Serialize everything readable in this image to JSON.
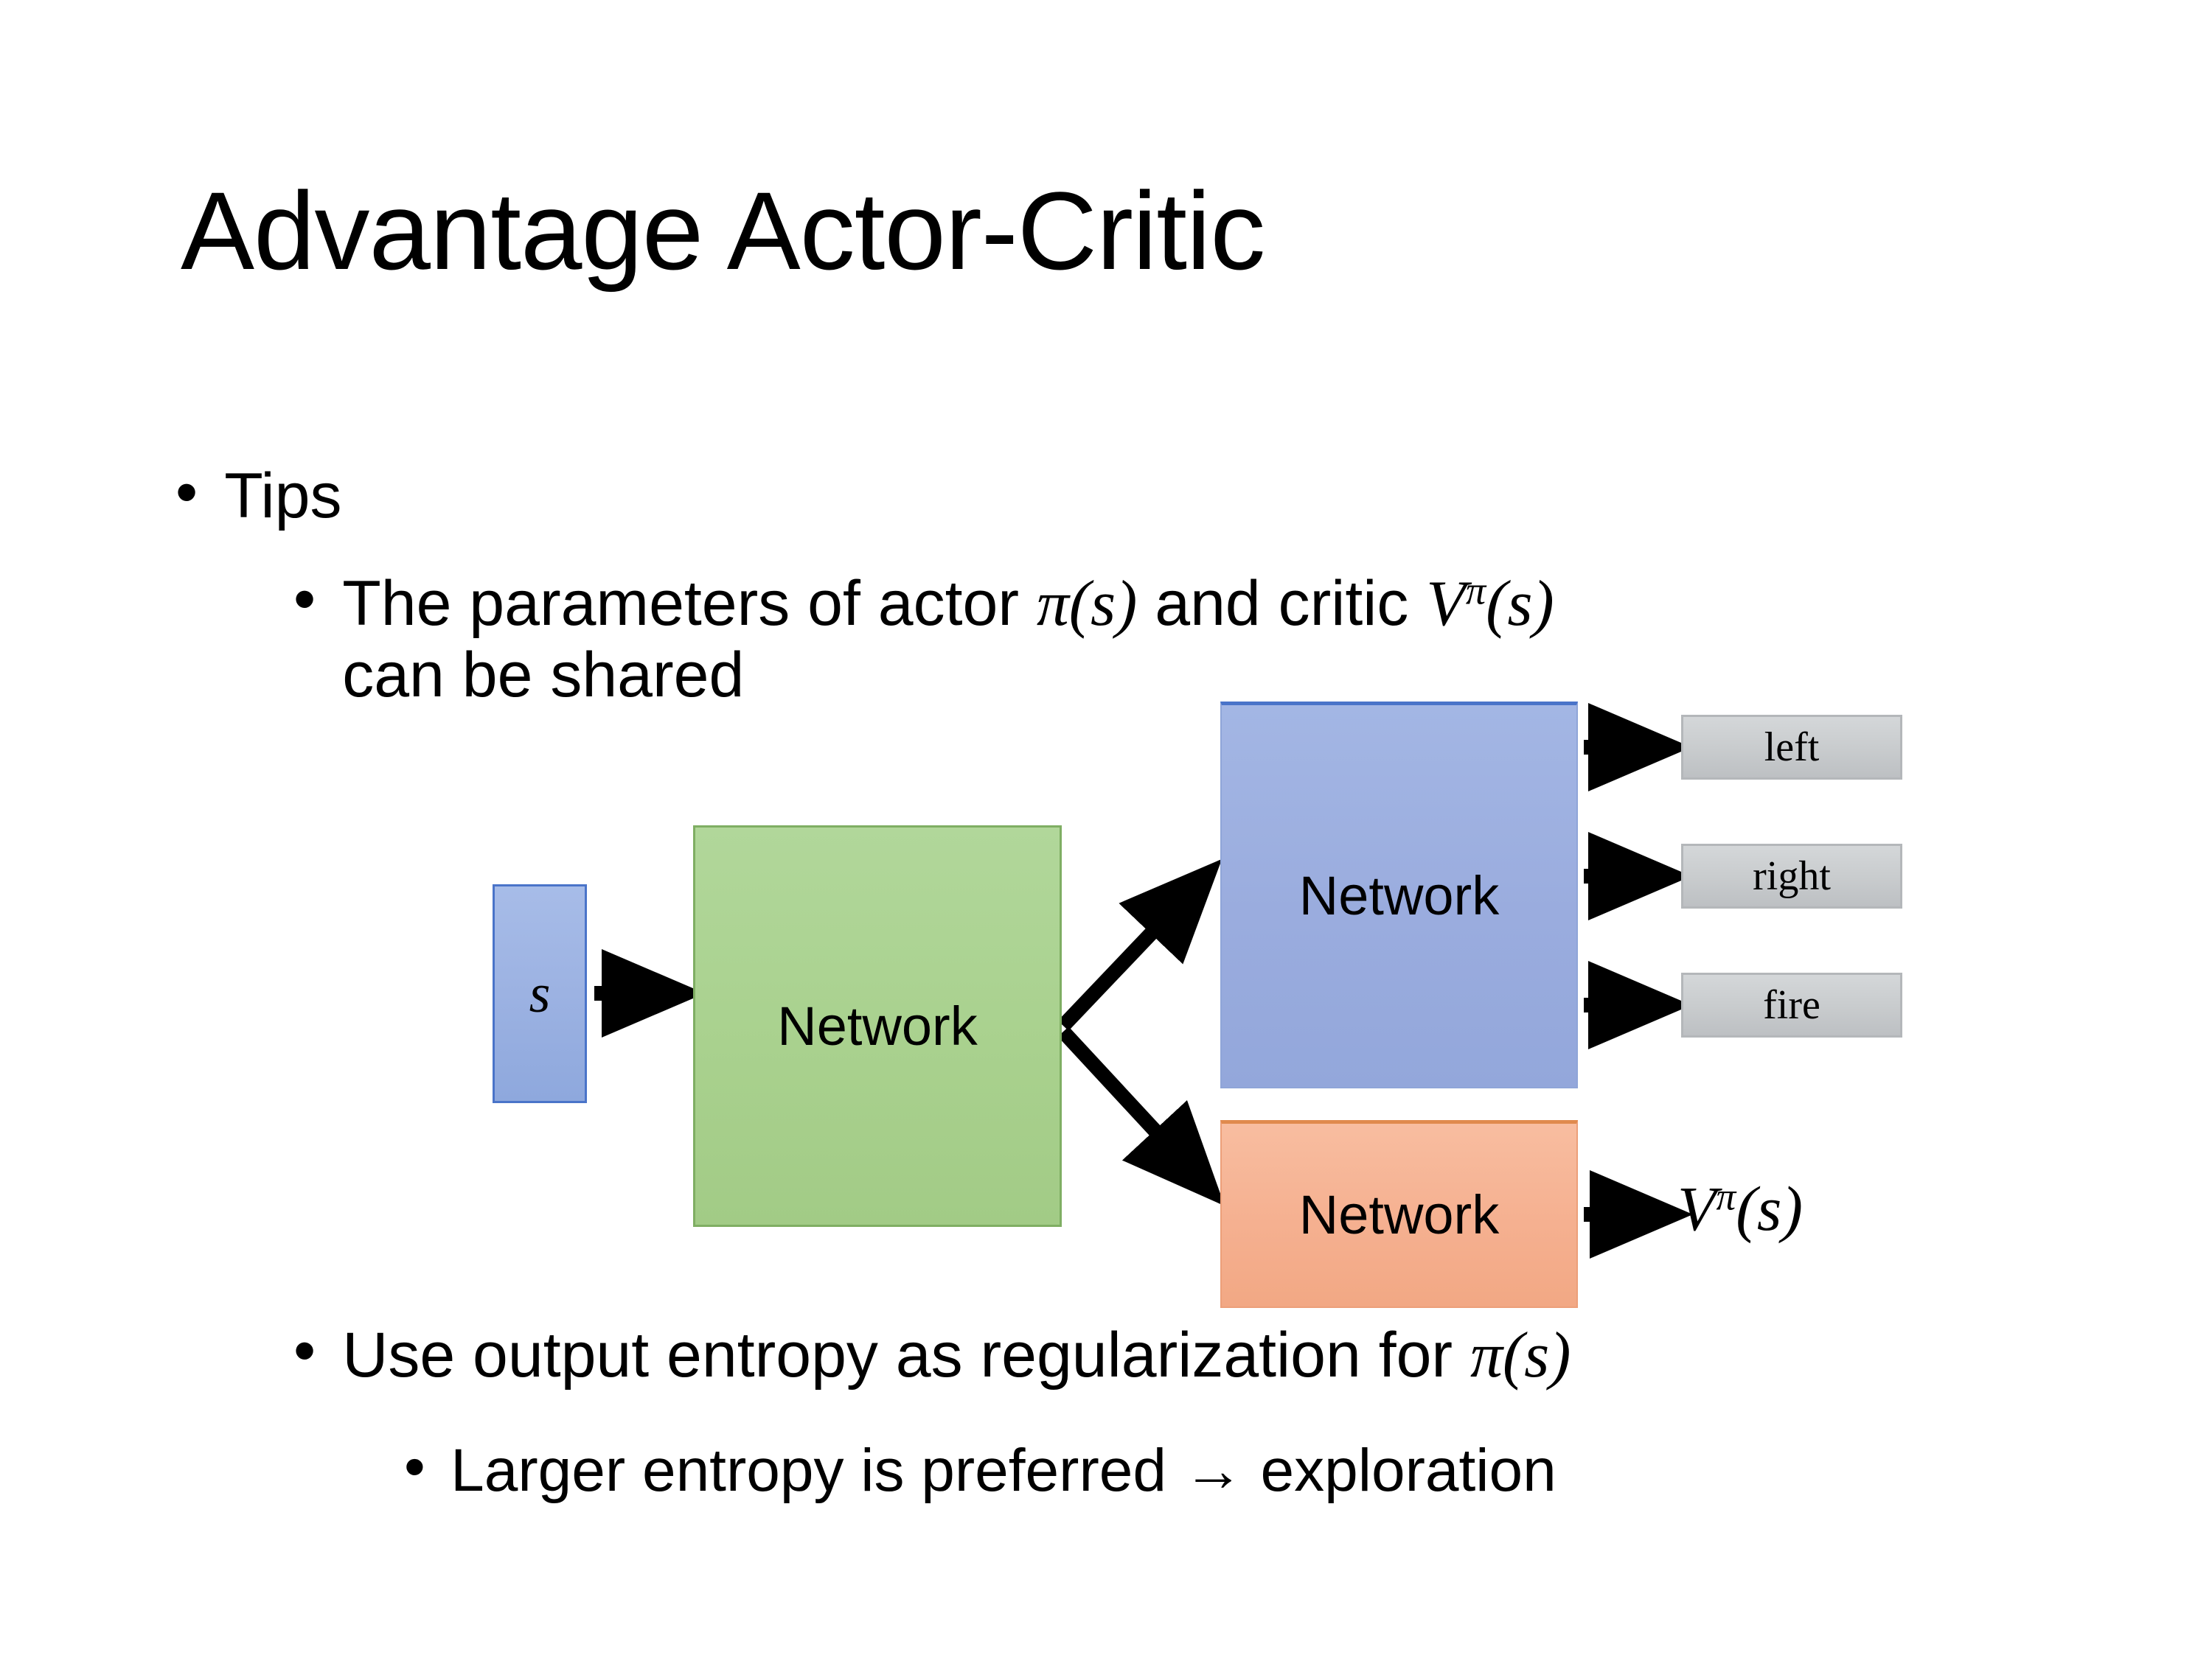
{
  "slide": {
    "title": "Advantage Actor-Critic",
    "background_color": "#FFFFFF"
  },
  "bullets": {
    "tips": {
      "marker": "•",
      "text": "Tips"
    },
    "shared_params": {
      "marker": "•",
      "text_before_pi": "The parameters of actor ",
      "pi_of_s": "π(s)",
      "text_middle": "  and critic ",
      "v_base": "V",
      "v_sup": "π",
      "v_arg": "(s)",
      "text_line2": "can be shared"
    },
    "entropy": {
      "marker": "•",
      "text_before": "Use output entropy as regularization for ",
      "pi_of_s": "π(s)"
    },
    "larger_entropy": {
      "marker": "•",
      "text": "Larger entropy is preferred → exploration"
    }
  },
  "diagram": {
    "state_box": {
      "label": "s",
      "fill": "#9AB2E2",
      "border": "#4A74C9"
    },
    "shared_network": {
      "label": "Network",
      "fill": "#A9D18E",
      "border": "#7FAE63"
    },
    "actor_network": {
      "label": "Network",
      "fill": "#9AACDE",
      "border": "#4A74C9"
    },
    "critic_network": {
      "label": "Network",
      "fill": "#F5B090",
      "border": "#E08A4E"
    },
    "action_outputs": [
      {
        "label": "left",
        "fill": "#C8CBCD",
        "border": "#B4B7BA"
      },
      {
        "label": "right",
        "fill": "#C8CBCD",
        "border": "#B4B7BA"
      },
      {
        "label": "fire",
        "fill": "#C8CBCD",
        "border": "#B4B7BA"
      }
    ],
    "value_output": {
      "base": "V",
      "superscript": "π",
      "argument": "(s)"
    },
    "arrow_color": "#000000"
  }
}
